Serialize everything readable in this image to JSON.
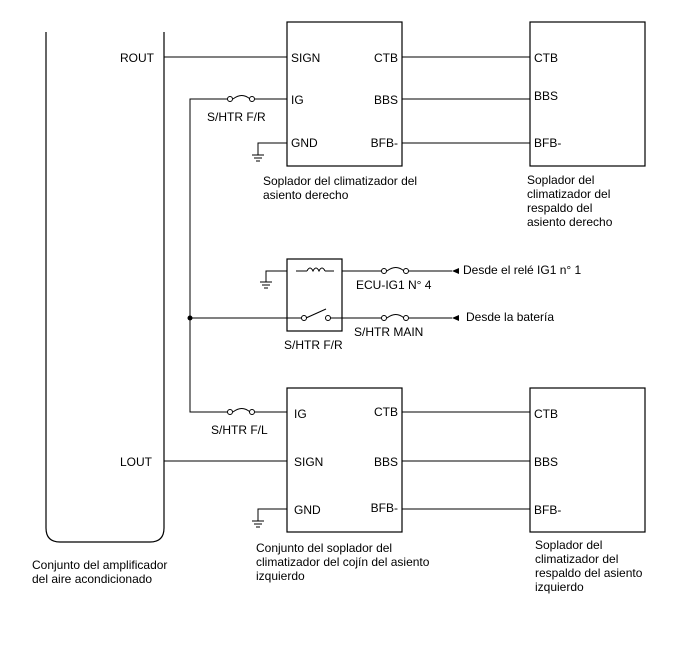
{
  "amplifier": {
    "rout": "ROUT",
    "lout": "LOUT",
    "caption": [
      "Conjunto del amplificador",
      "del aire acondicionado"
    ]
  },
  "right_seat_blower": {
    "pins_left": [
      "SIGN",
      "IG",
      "GND"
    ],
    "pins_right": [
      "CTB",
      "BBS",
      "BFB-"
    ],
    "fuse": "S/HTR F/R",
    "caption": [
      "Soplador del climatizador del",
      "asiento derecho"
    ]
  },
  "right_back_blower": {
    "pins": [
      "CTB",
      "BBS",
      "BFB-"
    ],
    "caption": [
      "Soplador del",
      "climatizador del",
      "respaldo del",
      "asiento derecho"
    ]
  },
  "relay": {
    "label": "S/HTR F/R",
    "fuse_ig1": "ECU-IG1 N° 4",
    "fuse_main": "S/HTR MAIN",
    "from_ig1": "Desde el relé IG1 n° 1",
    "from_battery": "Desde la batería"
  },
  "left_cushion_blower": {
    "pins_left": [
      "IG",
      "SIGN",
      "GND"
    ],
    "pins_right": [
      "CTB",
      "BBS",
      "BFB-"
    ],
    "fuse": "S/HTR F/L",
    "caption": [
      "Conjunto del soplador del",
      "climatizador del cojín del asiento",
      "izquierdo"
    ]
  },
  "left_back_blower": {
    "pins": [
      "CTB",
      "BBS",
      "BFB-"
    ],
    "caption": [
      "Soplador del",
      "climatizador del",
      "respaldo del asiento",
      "izquierdo"
    ]
  }
}
